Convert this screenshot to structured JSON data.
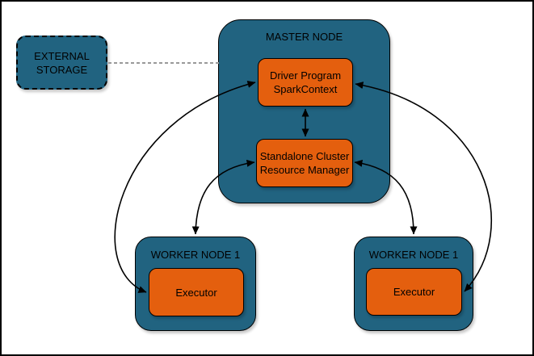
{
  "external_storage": {
    "line1": "EXTERNAL",
    "line2": "STORAGE"
  },
  "master_node": {
    "title": "MASTER NODE",
    "driver_program": {
      "line1": "Driver Program",
      "line2": "SparkContext"
    },
    "resource_manager": {
      "line1": "Standalone Cluster",
      "line2": "Resource Manager"
    }
  },
  "workers": {
    "left": {
      "title": "WORKER NODE 1",
      "executor_label": "Executor"
    },
    "right": {
      "title": "WORKER NODE 1",
      "executor_label": "Executor"
    }
  },
  "colors": {
    "node_fill": "#216380",
    "component_fill": "#e45f0e",
    "stroke": "#000000",
    "dashed_link": "#999999",
    "background": "#ffffff"
  },
  "edges": [
    {
      "from": "External Storage",
      "to": "Master Node",
      "style": "dashed",
      "arrows": "none"
    },
    {
      "from": "Driver Program SparkContext",
      "to": "Standalone Cluster Resource Manager",
      "style": "solid",
      "arrows": "both"
    },
    {
      "from": "Driver Program SparkContext",
      "to": "Executor (left Worker Node)",
      "style": "solid",
      "arrows": "both"
    },
    {
      "from": "Driver Program SparkContext",
      "to": "Executor (right Worker Node)",
      "style": "solid",
      "arrows": "both"
    },
    {
      "from": "Standalone Cluster Resource Manager",
      "to": "Worker Node (left)",
      "style": "solid",
      "arrows": "both"
    },
    {
      "from": "Standalone Cluster Resource Manager",
      "to": "Worker Node (right)",
      "style": "solid",
      "arrows": "both"
    }
  ]
}
